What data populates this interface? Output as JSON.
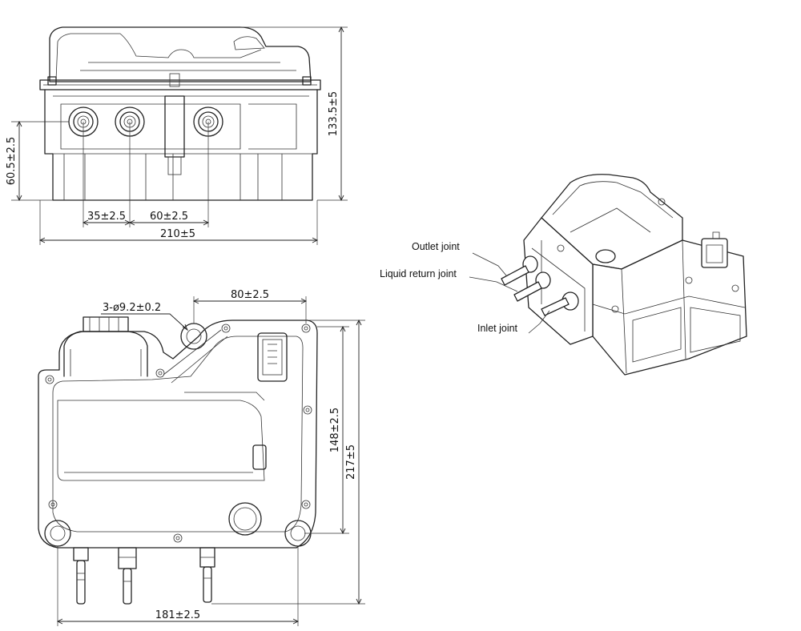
{
  "dimensions": {
    "height_total": "133.5±5",
    "height_ports": "60.5±2.5",
    "spacing_a": "35±2.5",
    "spacing_b": "60±2.5",
    "width_front": "210±5",
    "holes": "3-ø9.2±0.2",
    "hole_offset": "80±2.5",
    "depth_mount": "148±2.5",
    "depth_total": "217±5",
    "width_bottom": "181±2.5"
  },
  "labels": {
    "outlet": "Outlet  joint",
    "return": "Liquid return joint",
    "inlet": "Inlet  joint"
  }
}
